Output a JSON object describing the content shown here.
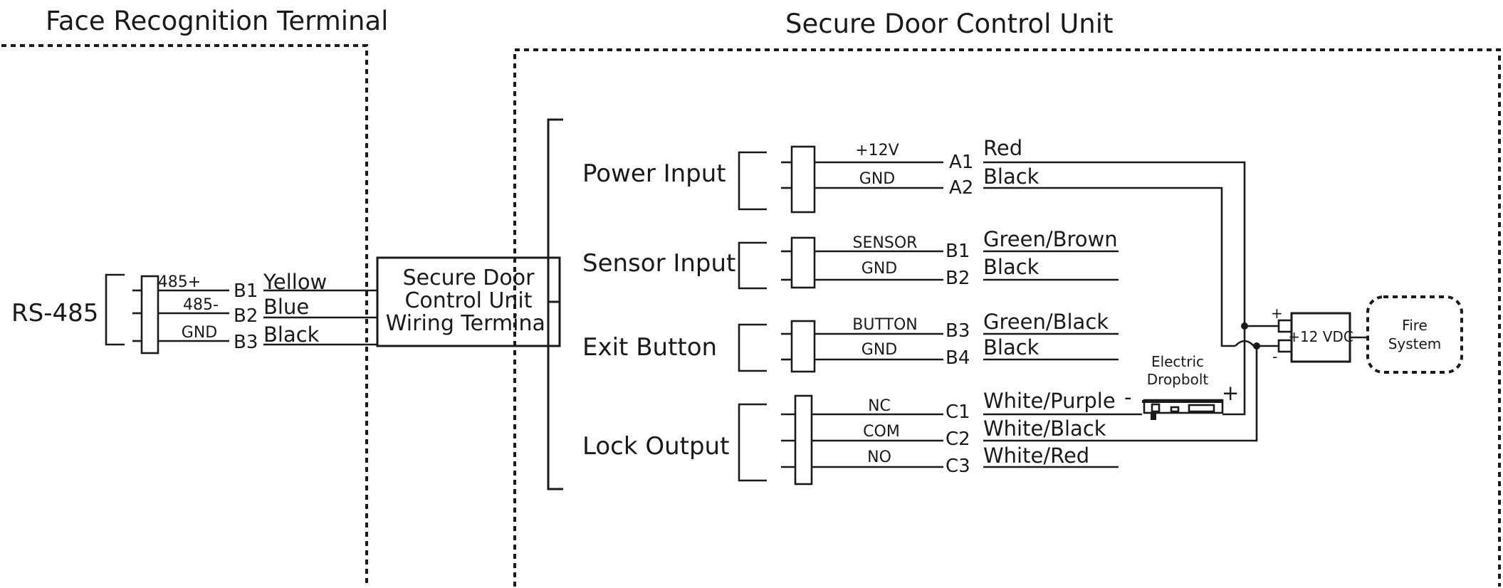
{
  "titles": {
    "left": "Face Recognition Terminal",
    "right": "Secure Door Control Unit"
  },
  "rs485": {
    "label": "RS-485",
    "rows": [
      {
        "signal": "485+",
        "pin": "B1",
        "wire": "Yellow"
      },
      {
        "signal": "485-",
        "pin": "B2",
        "wire": "Blue"
      },
      {
        "signal": "GND",
        "pin": "B3",
        "wire": "Black"
      }
    ]
  },
  "wiring_terminal": {
    "line1": "Secure Door",
    "line2": "Control Unit",
    "line3": "Wiring Terminal"
  },
  "groups": {
    "power": {
      "label": "Power Input",
      "rows": [
        {
          "signal": "+12V",
          "pin": "A1",
          "wire": "Red"
        },
        {
          "signal": "GND",
          "pin": "A2",
          "wire": "Black"
        }
      ]
    },
    "sensor": {
      "label": "Sensor Input",
      "rows": [
        {
          "signal": "SENSOR",
          "pin": "B1",
          "wire": "Green/Brown"
        },
        {
          "signal": "GND",
          "pin": "B2",
          "wire": "Black"
        }
      ]
    },
    "exit": {
      "label": "Exit Button",
      "rows": [
        {
          "signal": "BUTTON",
          "pin": "B3",
          "wire": "Green/Black"
        },
        {
          "signal": "GND",
          "pin": "B4",
          "wire": "Black"
        }
      ]
    },
    "lock": {
      "label": "Lock Output",
      "rows": [
        {
          "signal": "NC",
          "pin": "C1",
          "wire": "White/Purple"
        },
        {
          "signal": "COM",
          "pin": "C2",
          "wire": "White/Black"
        },
        {
          "signal": "NO",
          "pin": "C3",
          "wire": "White/Red"
        }
      ]
    }
  },
  "dropbolt": {
    "line1": "Electric",
    "line2": "Dropbolt",
    "minus": "-",
    "plus": "+"
  },
  "psu": {
    "label": "+12 VDC",
    "plus": "+",
    "minus": "-"
  },
  "fire": {
    "line1": "Fire",
    "line2": "System"
  }
}
